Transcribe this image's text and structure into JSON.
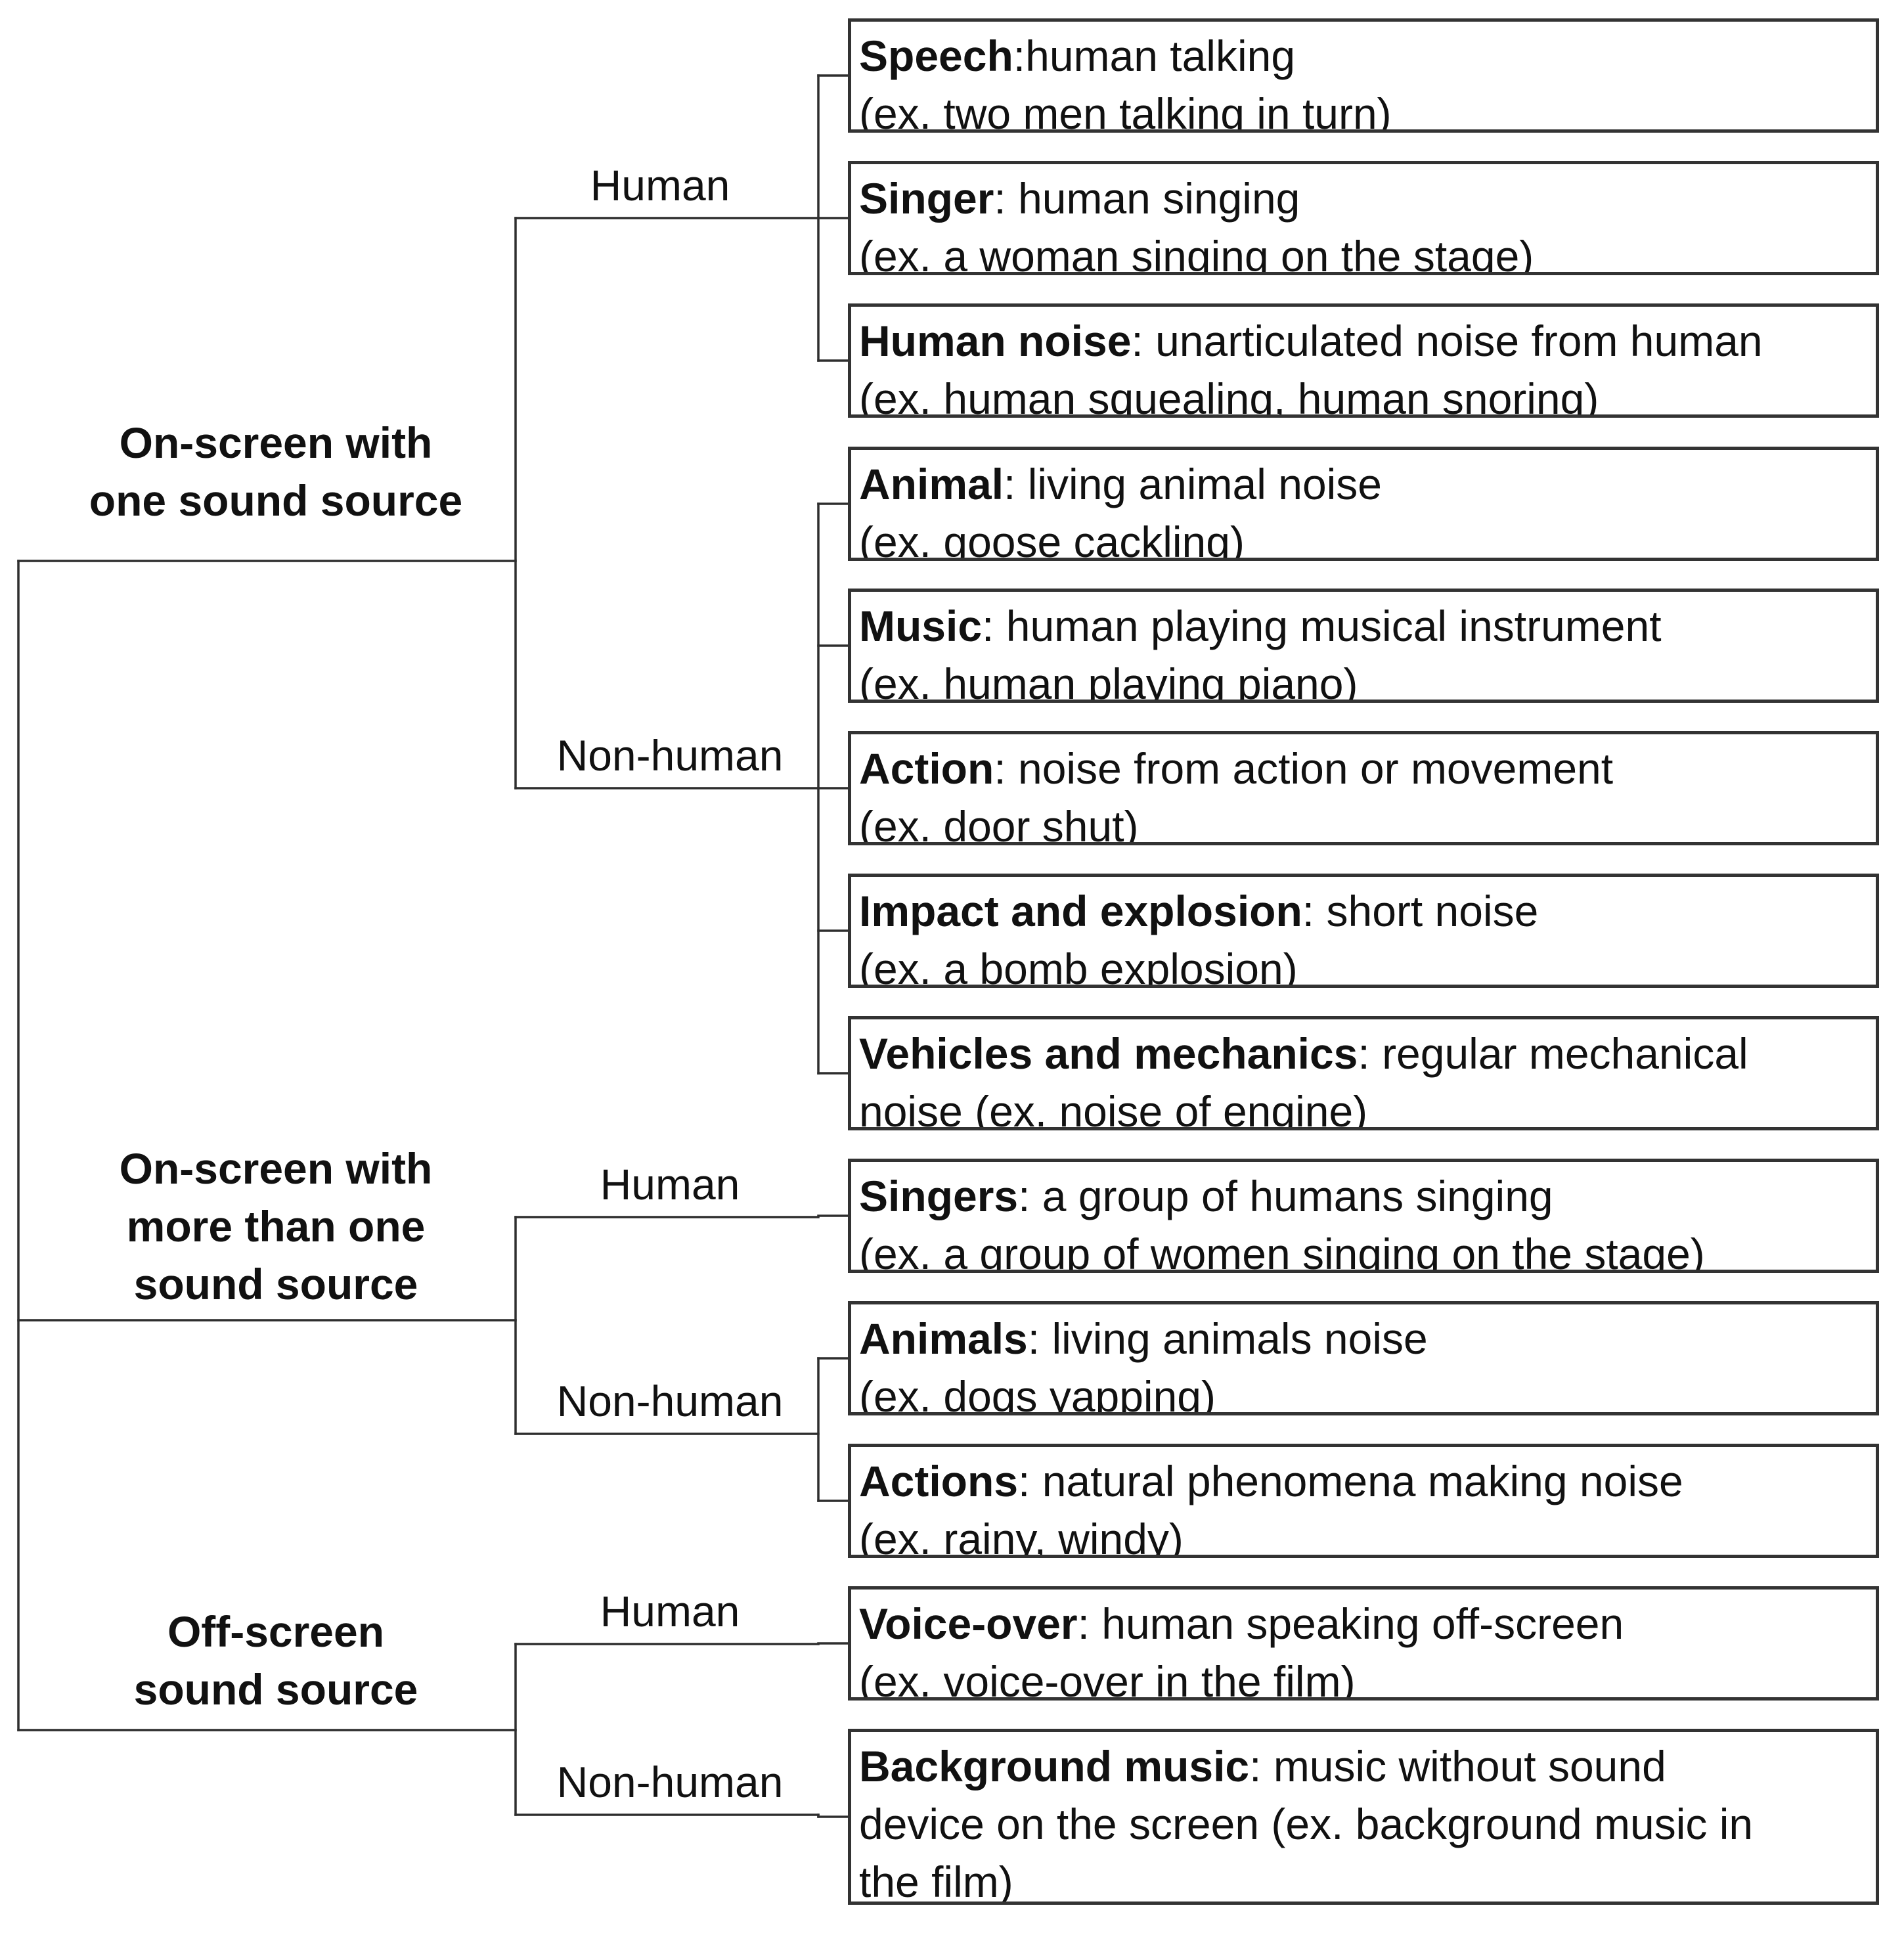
{
  "categories": [
    {
      "lines": [
        "On-screen with",
        "one sound source"
      ],
      "branches": [
        {
          "label": "Human",
          "items": [
            {
              "term": "Speech",
              "sep": ":",
              "lines": [
                "human talking",
                "(ex. two men talking in turn)"
              ]
            },
            {
              "term": "Singer",
              "sep": ": ",
              "lines": [
                "human singing",
                "(ex. a woman singing on the stage)"
              ]
            },
            {
              "term": "Human noise",
              "sep": ": ",
              "lines": [
                "unarticulated noise from human",
                "(ex. human squealing, human snoring)"
              ]
            }
          ]
        },
        {
          "label": "Non-human",
          "items": [
            {
              "term": "Animal",
              "sep": ": ",
              "lines": [
                "living animal noise",
                "(ex. goose cackling)"
              ]
            },
            {
              "term": "Music",
              "sep": ": ",
              "lines": [
                "human playing musical instrument",
                "(ex. human playing piano)"
              ]
            },
            {
              "term": "Action",
              "sep": ": ",
              "lines": [
                "noise from action or movement",
                "(ex. door shut)"
              ]
            },
            {
              "term": "Impact and explosion",
              "sep": ": ",
              "lines": [
                "short noise",
                "(ex. a bomb explosion)"
              ]
            },
            {
              "term": "Vehicles and mechanics",
              "sep": ": ",
              "lines": [
                "regular mechanical",
                "noise (ex. noise of engine)"
              ]
            }
          ]
        }
      ]
    },
    {
      "lines": [
        "On-screen with",
        "more than one",
        "sound source"
      ],
      "branches": [
        {
          "label": "Human",
          "items": [
            {
              "term": "Singers",
              "sep": ": ",
              "lines": [
                "a group of humans singing",
                "(ex. a group of women singing on the stage)"
              ]
            }
          ]
        },
        {
          "label": "Non-human",
          "items": [
            {
              "term": "Animals",
              "sep": ": ",
              "lines": [
                "living animals noise",
                "(ex. dogs yapping)"
              ]
            },
            {
              "term": "Actions",
              "sep": ": ",
              "lines": [
                "natural phenomena making noise",
                "(ex. rainy, windy)"
              ]
            }
          ]
        }
      ]
    },
    {
      "lines": [
        "Off-screen",
        "sound source"
      ],
      "branches": [
        {
          "label": "Human",
          "items": [
            {
              "term": "Voice-over",
              "sep": ": ",
              "lines": [
                "human speaking off-screen",
                "(ex. voice-over in the film)"
              ]
            }
          ]
        },
        {
          "label": "Non-human",
          "items": [
            {
              "term": "Background music",
              "sep": ": ",
              "lines": [
                "music without sound",
                "device on the screen (ex. background music in",
                "the film)"
              ]
            }
          ]
        }
      ]
    }
  ]
}
